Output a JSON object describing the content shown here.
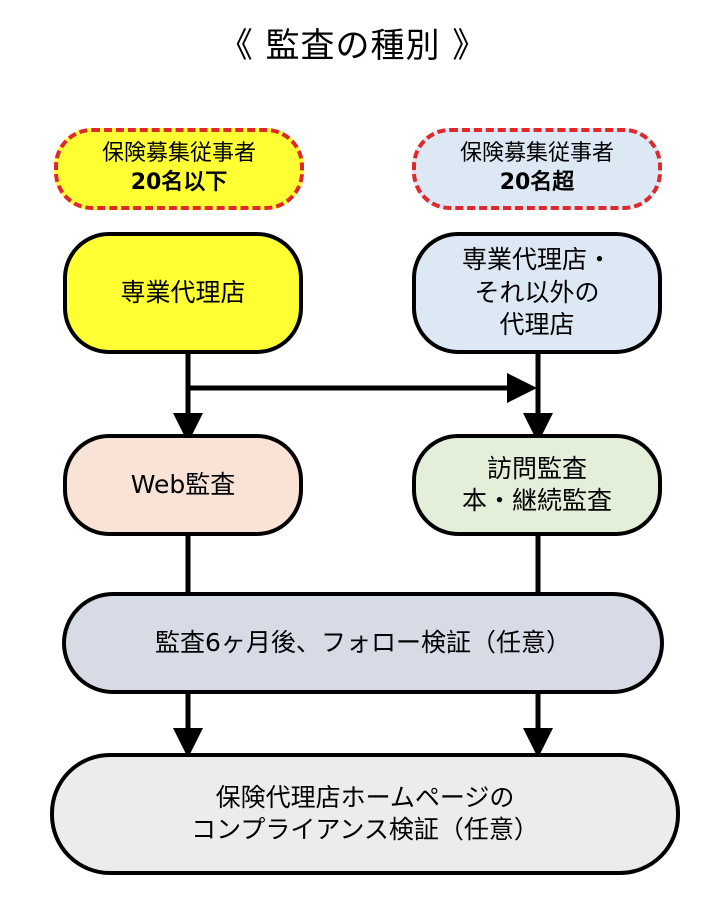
{
  "title": "《 監査の種別 》",
  "colors": {
    "yellow": "#ffff33",
    "light_blue": "#dde8f5",
    "peach": "#f8e3d6",
    "light_green": "#e3efd8",
    "gray_blue": "#d7dbe6",
    "light_gray": "#ececec",
    "dash_red": "#e0282c"
  },
  "tags": {
    "left": {
      "line1": "保険募集従事者",
      "line2": "20名以下"
    },
    "right": {
      "line1": "保険募集従事者",
      "line2": "20名超"
    }
  },
  "agencies": {
    "left": {
      "line1": "専業代理店"
    },
    "right": {
      "line1": "専業代理店・",
      "line2": "それ以外の",
      "line3": "代理店"
    }
  },
  "audits": {
    "web": {
      "line1": "Web監査"
    },
    "visit": {
      "line1": "訪問監査",
      "line2": "本・継続監査"
    }
  },
  "follow_up": "監査6ヶ月後、フォロー検証（任意）",
  "compliance": {
    "line1": "保険代理店ホームページの",
    "line2": "コンプライアンス検証（任意）"
  }
}
